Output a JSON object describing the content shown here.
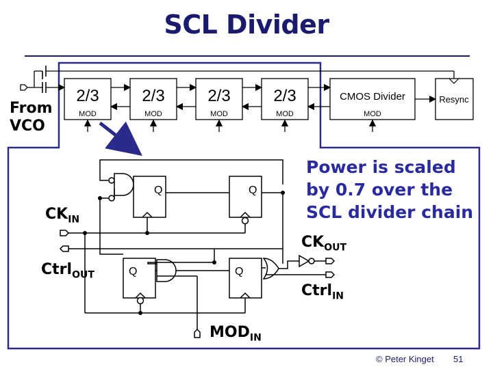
{
  "title": "SCL Divider",
  "input_label": {
    "line1": "From",
    "line2": "VCO"
  },
  "chain": {
    "stages": [
      {
        "ratio": "2/3",
        "mod": "MOD"
      },
      {
        "ratio": "2/3",
        "mod": "MOD"
      },
      {
        "ratio": "2/3",
        "mod": "MOD"
      },
      {
        "ratio": "2/3",
        "mod": "MOD"
      }
    ],
    "cmos": {
      "label": "CMOS Divider",
      "mod": "MOD"
    },
    "resync": "Resync"
  },
  "note": {
    "line1": "Power is scaled",
    "line2": "by 0.7 over the",
    "line3": "SCL divider chain"
  },
  "detail": {
    "ff_label": "Q",
    "ck_in": {
      "main": "CK",
      "sub": "IN"
    },
    "ctrl_out": {
      "main": "Ctrl",
      "sub": "OUT"
    },
    "ck_out": {
      "main": "CK",
      "sub": "OUT"
    },
    "ctrl_in": {
      "main": "Ctrl",
      "sub": "IN"
    },
    "mod_in": {
      "main": "MOD",
      "sub": "IN"
    }
  },
  "footer": {
    "author": "© Peter Kinget",
    "page": "51"
  },
  "colors": {
    "title": "#1a1a6e",
    "note": "#2a2aa0",
    "frame": "#2a2a8a"
  }
}
